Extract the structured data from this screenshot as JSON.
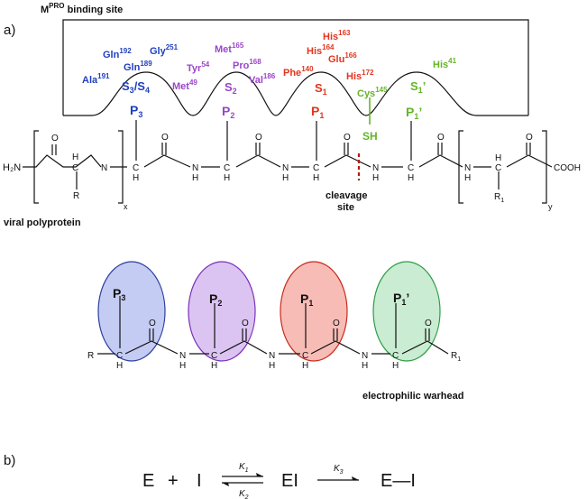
{
  "panel_a": {
    "label": "a)",
    "binding_site_title": {
      "main": "M",
      "sup": "PRO",
      "rest": " binding site"
    },
    "residues_blue": [
      {
        "name": "Gln",
        "num": "192"
      },
      {
        "name": "Gly",
        "num": "251"
      },
      {
        "name": "Gln",
        "num": "189"
      },
      {
        "name": "Ala",
        "num": "191"
      }
    ],
    "residues_purple": [
      {
        "name": "Met",
        "num": "165"
      },
      {
        "name": "Tyr",
        "num": "54"
      },
      {
        "name": "Pro",
        "num": "168"
      },
      {
        "name": "Val",
        "num": "186"
      },
      {
        "name": "Met",
        "num": "49"
      }
    ],
    "residues_red": [
      {
        "name": "His",
        "num": "163"
      },
      {
        "name": "His",
        "num": "164"
      },
      {
        "name": "Glu",
        "num": "166"
      },
      {
        "name": "Phe",
        "num": "140"
      },
      {
        "name": "His",
        "num": "172"
      }
    ],
    "residues_green": [
      {
        "name": "His",
        "num": "41"
      },
      {
        "name": "Cys",
        "num": "145"
      }
    ],
    "subsites": {
      "s34_a": "S",
      "s34_a_sub": "3",
      "s34_sep": "/S",
      "s34_b_sub": "4",
      "s2": "S",
      "s2_sub": "2",
      "s1": "S",
      "s1_sub": "1",
      "s1p": "S",
      "s1p_sub": "1",
      "s1p_prime": "’"
    },
    "positions": {
      "p3": "P",
      "p3_sub": "3",
      "p2": "P",
      "p2_sub": "2",
      "p1": "P",
      "p1_sub": "1",
      "p1p": "P",
      "p1p_sub": "1",
      "p1p_prime": "’"
    },
    "thiol": "SH",
    "chain": {
      "h2n": "H₂N",
      "nh": "N",
      "h": "H",
      "c": "C",
      "o": "O",
      "r": "R",
      "r1": "R",
      "r1_sub": "1",
      "cooh": "COOH",
      "x": "x",
      "y": "y"
    },
    "cleavage_label_1": "cleavage",
    "cleavage_label_2": "site",
    "viral_label": "viral polyprotein"
  },
  "middle": {
    "warhead_label": "electrophilic warhead",
    "r": "R",
    "r1": "R",
    "r1_sub": "1",
    "colors": {
      "p3_fill": "#c5ccf3",
      "p3_stroke": "#2b3f9e",
      "p2_fill": "#dcc4f2",
      "p2_stroke": "#7a2fb8",
      "p1_fill": "#f7bcb6",
      "p1_stroke": "#c82a1c",
      "p1p_fill": "#c9ecd2",
      "p1p_stroke": "#2a9d45"
    }
  },
  "panel_b": {
    "label": "b)",
    "E": "E",
    "plus": "+",
    "I": "I",
    "EI": "EI",
    "EI_covalent": "E—I",
    "k1": "K",
    "k1_sub": "1",
    "k2": "K",
    "k2_sub": "2",
    "k3": "K",
    "k3_sub": "3"
  }
}
